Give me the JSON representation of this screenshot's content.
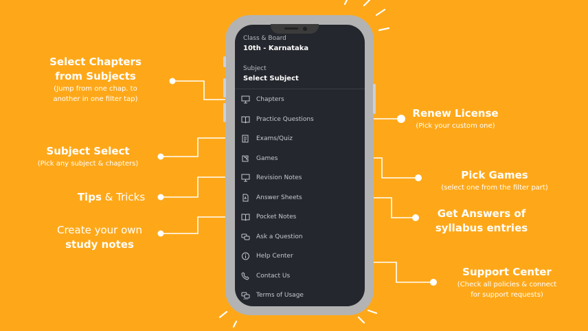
{
  "screen": {
    "class_board": {
      "label": "Class & Board",
      "value": "10th - Karnataka"
    },
    "subject": {
      "label": "Subject",
      "value": "Select Subject"
    },
    "menu": [
      {
        "label": "Chapters",
        "icon": "monitor-icon"
      },
      {
        "label": "Practice Questions",
        "icon": "book-icon"
      },
      {
        "label": "Exams/Quiz",
        "icon": "exam-icon"
      },
      {
        "label": "Games",
        "icon": "puzzle-icon"
      },
      {
        "label": "Revision Notes",
        "icon": "monitor-icon"
      },
      {
        "label": "Answer Sheets",
        "icon": "document-icon"
      },
      {
        "label": "Pocket Notes",
        "icon": "book-icon"
      },
      {
        "label": "Ask a Question",
        "icon": "chat-icon"
      },
      {
        "label": "Help Center",
        "icon": "info-icon"
      },
      {
        "label": "Contact Us",
        "icon": "phone-icon"
      },
      {
        "label": "Terms of Usage",
        "icon": "terms-icon"
      }
    ]
  },
  "annotations": {
    "select_chapters": {
      "title": "Select Chapters from Subjects",
      "title_line1": "Select Chapters",
      "title_line2": "from Subjects",
      "subtitle_line1": "(Jump from one chap. to",
      "subtitle_line2": "another in one filter tap)"
    },
    "subject_select": {
      "title": "Subject Select",
      "subtitle": "(Pick any subject & chapters)"
    },
    "tips_tricks": {
      "title_bold": "Tips",
      "title_rest": " & Tricks"
    },
    "create_notes": {
      "title_line1": "Create your own",
      "title_line2": "study notes"
    },
    "renew_license": {
      "title": "Renew License",
      "subtitle": "(Pick your custom one)"
    },
    "pick_games": {
      "title": "Pick Games",
      "subtitle": "(select one from the filter part)"
    },
    "get_answers": {
      "title_line1": "Get Answers of",
      "title_line2": "syllabus entries"
    },
    "support_center": {
      "title": "Support Center",
      "subtitle_line1": "(Check all policies & connect",
      "subtitle_line2": "for support requests)"
    }
  },
  "colors": {
    "background": "#fea819",
    "phone_frame": "#b3b3b3",
    "screen": "#25272e",
    "line": "#ffffff"
  }
}
